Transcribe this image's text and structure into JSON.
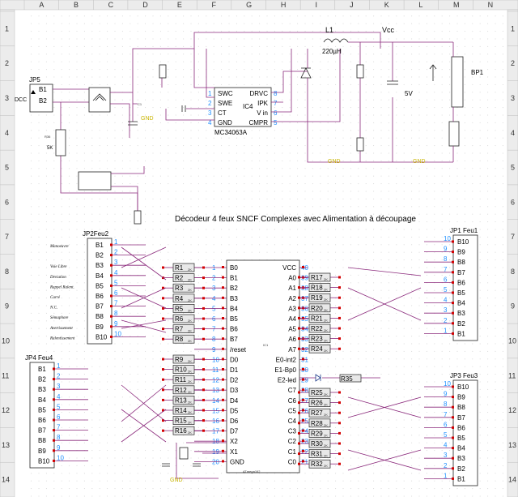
{
  "grid": {
    "columns": [
      "A",
      "B",
      "C",
      "D",
      "E",
      "F",
      "G",
      "H",
      "I",
      "J",
      "K",
      "L",
      "M",
      "N"
    ],
    "rows": [
      "1",
      "2",
      "3",
      "4",
      "5",
      "6",
      "7",
      "8",
      "9",
      "10",
      "11",
      "12",
      "13",
      "14"
    ]
  },
  "title": "Décodeur 4 feux SNCF Complexes avec Alimentation à découpage",
  "power": {
    "dcc_label": "DCC",
    "jp5_label": "JP5",
    "jp5_pins": [
      "B1",
      "B2"
    ],
    "inductor_label": "L1",
    "inductor_value": "220µH",
    "vcc_label": "Vcc",
    "voltage_label": "5V",
    "bp1_label": "BP1",
    "r_value": "5K",
    "gnd_label": "GND",
    "ic4": {
      "name": "IC4",
      "part": "MC34063A",
      "left_pins": [
        "SWC",
        "SWE",
        "CT",
        "GND"
      ],
      "right_pins": [
        "DRVC",
        "IPK",
        "V in",
        "CMPR"
      ],
      "left_nums": [
        "1",
        "2",
        "3",
        "4"
      ],
      "right_nums": [
        "8",
        "7",
        "6",
        "5"
      ]
    }
  },
  "mcu": {
    "name": "IC1",
    "part": "ATmega162",
    "left_pins": [
      "B0",
      "B1",
      "B2",
      "B3",
      "B4",
      "B5",
      "B6",
      "B7",
      "/reset",
      "D0",
      "D1",
      "D2",
      "D3",
      "D4",
      "D5",
      "D6",
      "D7",
      "X2",
      "X1",
      "GND"
    ],
    "right_pins": [
      "VCC",
      "A0",
      "A1",
      "A2",
      "A3",
      "A4",
      "A5",
      "A6",
      "A7",
      "E0-int2",
      "E1-Bp0",
      "E2-led",
      "C7",
      "C6",
      "C5",
      "C4",
      "C3",
      "C2",
      "C1",
      "C0"
    ],
    "left_nums": [
      "1",
      "2",
      "3",
      "4",
      "5",
      "6",
      "7",
      "8",
      "9",
      "10",
      "11",
      "12",
      "13",
      "14",
      "15",
      "16",
      "17",
      "18",
      "19",
      "20"
    ],
    "right_nums": [
      "40",
      "39",
      "38",
      "37",
      "36",
      "35",
      "34",
      "33",
      "32",
      "31",
      "30",
      "29",
      "28",
      "27",
      "26",
      "25",
      "24",
      "23",
      "22",
      "21"
    ]
  },
  "resistors_left_top": [
    "R1",
    "R2",
    "R3",
    "R4",
    "R5",
    "R6",
    "R7",
    "R8"
  ],
  "resistors_left_bottom": [
    "R9",
    "R10",
    "R11",
    "R12",
    "R13",
    "R14",
    "R15",
    "R16"
  ],
  "resistors_right_top": [
    "R17",
    "R18",
    "R19",
    "R20",
    "R21",
    "R22",
    "R23",
    "R24"
  ],
  "resistors_right_bottom": [
    "R25",
    "R26",
    "R27",
    "R28",
    "R29",
    "R30",
    "R31",
    "R32"
  ],
  "r35_label": "R35",
  "resistor_value": "2K",
  "jp2": {
    "label": "JP2Feu2",
    "pins": [
      "B1",
      "B2",
      "B3",
      "B4",
      "B5",
      "B6",
      "B7",
      "B8",
      "B9",
      "B10"
    ],
    "nums": [
      "1",
      "2",
      "3",
      "4",
      "5",
      "6",
      "7",
      "8",
      "9",
      "10"
    ],
    "signals": [
      "Manoeuvre",
      "",
      "Voie Libre",
      "Deviation",
      "Rappel Ralent.",
      "Carré",
      "N.C.",
      "Sémaphore",
      "Avertissement",
      "Ralentissement"
    ]
  },
  "jp1": {
    "label": "JP1 Feu1",
    "pins": [
      "B10",
      "B9",
      "B8",
      "B7",
      "B6",
      "B5",
      "B4",
      "B3",
      "B2",
      "B1"
    ],
    "nums": [
      "10",
      "9",
      "8",
      "7",
      "6",
      "5",
      "4",
      "3",
      "2",
      "1"
    ]
  },
  "jp4": {
    "label": "JP4 Feu4",
    "pins": [
      "B1",
      "B2",
      "B3",
      "B4",
      "B5",
      "B6",
      "B7",
      "B8",
      "B9",
      "B10"
    ],
    "nums": [
      "1",
      "2",
      "3",
      "4",
      "5",
      "6",
      "7",
      "8",
      "9",
      "10"
    ]
  },
  "jp3": {
    "label": "JP3 Feu3",
    "pins": [
      "B10",
      "B9",
      "B8",
      "B7",
      "B6",
      "B5",
      "B4",
      "B3",
      "B2",
      "B1"
    ],
    "nums": [
      "10",
      "9",
      "8",
      "7",
      "6",
      "5",
      "4",
      "3",
      "2",
      "1"
    ]
  }
}
